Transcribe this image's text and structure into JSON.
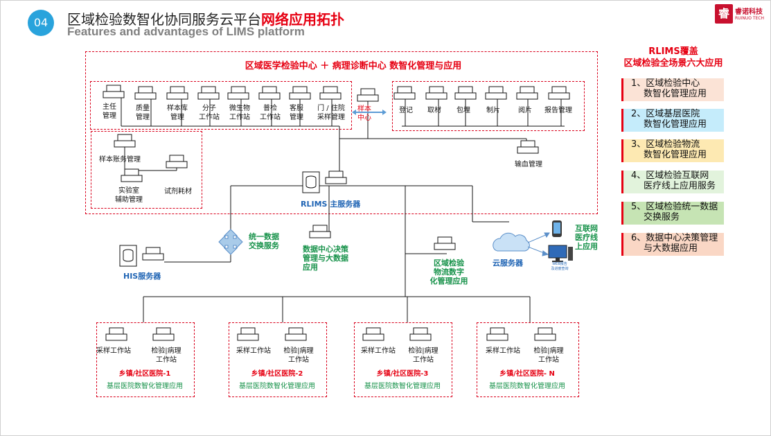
{
  "header": {
    "number": "04",
    "title": "区域检验数智化协同服务云平台",
    "title_highlight": "网络应用拓扑",
    "subtitle": "Features and advantages of LIMS platform",
    "logo_mark": "睿",
    "logo_cn": "睿诺科技",
    "logo_en": "RUINUO TECH"
  },
  "panel": {
    "title": "区域医学检验中心 ＋ 病理诊断中心  数智化管理与应用"
  },
  "left_modules": [
    {
      "line1": "主任",
      "line2": "管理"
    },
    {
      "line1": "质量",
      "line2": "管理"
    },
    {
      "line1": "样本库",
      "line2": "管理"
    },
    {
      "line1": "分子",
      "line2": "工作站"
    },
    {
      "line1": "微生物",
      "line2": "工作站"
    },
    {
      "line1": "普检",
      "line2": "工作站"
    },
    {
      "line1": "客服",
      "line2": "管理"
    },
    {
      "line1": "门 / 住院",
      "line2": "采样管理"
    }
  ],
  "sample_center": {
    "line1": "样本",
    "line2": "中心"
  },
  "right_modules": [
    "登记",
    "取材",
    "包埋",
    "制片",
    "阅片",
    "报告管理"
  ],
  "aux_modules": {
    "sample_accounts": "样本账务管理",
    "lab_line1": "实验室",
    "lab_line2": "辅助管理",
    "reagents": "试剂耗材",
    "blood": "输血管理"
  },
  "server": {
    "main": "RLIMS 主服务器"
  },
  "exchange": {
    "line1": "统一数据",
    "line2": "交换服务"
  },
  "his": "HIS服务器",
  "decision": {
    "line1": "数据中心决策",
    "line2": "管理与大数据",
    "line3": "应用"
  },
  "logistics": {
    "line1": "区域检验",
    "line2": "物流数字",
    "line3": "化管理应用"
  },
  "cloud": {
    "label": "云服务器"
  },
  "internet": {
    "line1": "互联网",
    "line2": "医疗线",
    "line3": "上应用",
    "web_line1": "WEB报告",
    "web_line2": "及进度查询"
  },
  "hospitals": [
    {
      "collect": "采样工作站",
      "test_line1": "检验|病理",
      "test_line2": "工作站",
      "name": "乡镇/社区医院-1",
      "app": "基层医院数智化管理应用"
    },
    {
      "collect": "采样工作站",
      "test_line1": "检验|病理",
      "test_line2": "工作站",
      "name": "乡镇/社区医院-2",
      "app": "基层医院数智化管理应用"
    },
    {
      "collect": "采样工作站",
      "test_line1": "检验|病理",
      "test_line2": "工作站",
      "name": "乡镇/社区医院-3",
      "app": "基层医院数智化管理应用"
    },
    {
      "collect": "采样工作站",
      "test_line1": "检验|病理",
      "test_line2": "工作站",
      "name": "乡镇/社区医院- N",
      "app": "基层医院数智化管理应用"
    }
  ],
  "sidebar": {
    "title1": "RLIMS覆盖",
    "title2": "区域检验全场景六大应用",
    "apps": [
      {
        "line1": "1、区域检验中心",
        "line2": "数智化管理应用",
        "color": "#fbe3d6"
      },
      {
        "line1": "2、区域基层医院",
        "line2": "数智化管理应用",
        "color": "#c5ecfb"
      },
      {
        "line1": "3、区域检验物流",
        "line2": "数智化管理应用",
        "color": "#fde9b2"
      },
      {
        "line1": "4、区域检验互联网",
        "line2": "医疗线上应用服务",
        "color": "#e2f3dc"
      },
      {
        "line1": "5、区域检验统一数据",
        "line2": "交换服务",
        "color": "#c6e4b4"
      },
      {
        "line1": "6、数据中心决策管理",
        "line2": "与大数据应用",
        "color": "#fad7c5"
      }
    ]
  },
  "colors": {
    "accent_red": "#e60012",
    "green": "#17924a",
    "blue": "#1f64b4",
    "badge": "#29a3dc"
  }
}
